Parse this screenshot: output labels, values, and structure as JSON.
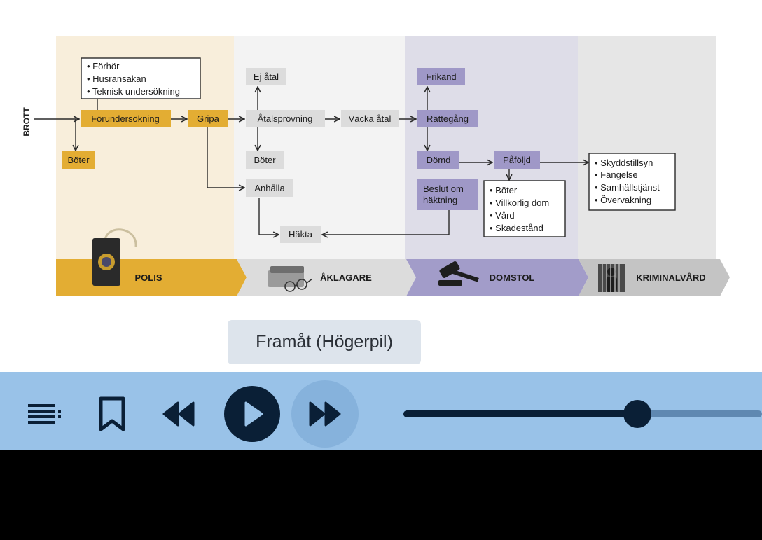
{
  "diagram": {
    "start_label": "BROTT",
    "boxes": {
      "forhor_list": [
        "• Förhör",
        "• Husransakan",
        "• Teknisk undersökning"
      ],
      "forundersokning": "Förundersökning",
      "boter_polis": "Böter",
      "gripa": "Gripa",
      "ej_atal": "Ej åtal",
      "atalsprovning": "Åtalsprövning",
      "boter_aklagare": "Böter",
      "anhalla": "Anhålla",
      "hakta": "Häkta",
      "vacka_atal": "Väcka åtal",
      "frikand": "Frikänd",
      "rattegang": "Rättegång",
      "domd": "Dömd",
      "beslut_om_haktning": [
        "Beslut om",
        "häktning"
      ],
      "pafoljd": "Påföljd",
      "pafoljd_list": [
        "• Böter",
        "• Villkorlig dom",
        "• Vård",
        "• Skadestånd"
      ],
      "kriminalvard_list": [
        "• Skyddstillsyn",
        "• Fängelse",
        "• Samhällstjänst",
        "• Övervakning"
      ]
    },
    "stages": [
      "POLIS",
      "ÅKLAGARE",
      "DOMSTOL",
      "KRIMINALVÅRD"
    ],
    "colors": {
      "polis_bg": "#f8eedb",
      "polis_accent": "#e3ad33",
      "aklagare_bg": "#f3f3f3",
      "aklagare_box": "#dcdcdc",
      "domstol_bg": "#dedde8",
      "domstol_accent": "#9f98c7",
      "kriminalvard_bg": "#e6e6e6"
    }
  },
  "tooltip": {
    "text": "Framåt (Högerpil)"
  },
  "player": {
    "icons": [
      "list-icon",
      "bookmark-icon",
      "rewind-icon",
      "play-icon",
      "fast-forward-icon"
    ],
    "progress": 0.653,
    "colors": {
      "bar": "#99c2e8",
      "dark": "#0a1f36",
      "track": "#5f88b1"
    }
  }
}
